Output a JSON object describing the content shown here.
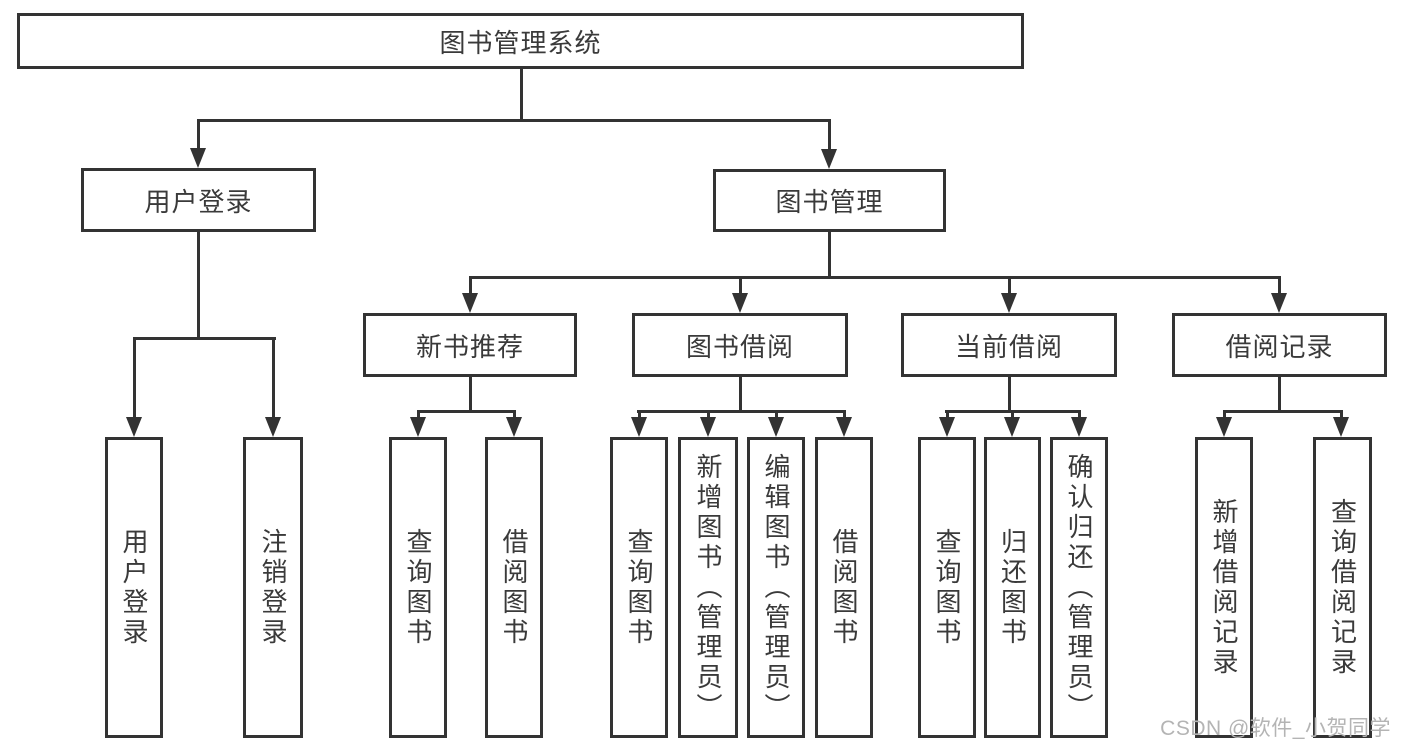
{
  "colors": {
    "line": "#333333",
    "text": "#3a3a3a",
    "watermark": "#b4b4b4",
    "background": "#ffffff"
  },
  "diagram": {
    "root": {
      "label": "图书管理系统"
    },
    "branches": [
      {
        "label": "用户登录",
        "children": [
          "用户登录",
          "注销登录"
        ]
      },
      {
        "label": "图书管理",
        "sections": [
          {
            "label": "新书推荐",
            "children": [
              "查询图书",
              "借阅图书"
            ]
          },
          {
            "label": "图书借阅",
            "children": [
              "查询图书",
              "新增图书（管理员）",
              "编辑图书（管理员）",
              "借阅图书"
            ]
          },
          {
            "label": "当前借阅",
            "children": [
              "查询图书",
              "归还图书",
              "确认归还（管理员）"
            ]
          },
          {
            "label": "借阅记录",
            "children": [
              "新增借阅记录",
              "查询借阅记录"
            ]
          }
        ]
      }
    ]
  },
  "watermark": {
    "text": "CSDN @软件_小贺同学"
  }
}
